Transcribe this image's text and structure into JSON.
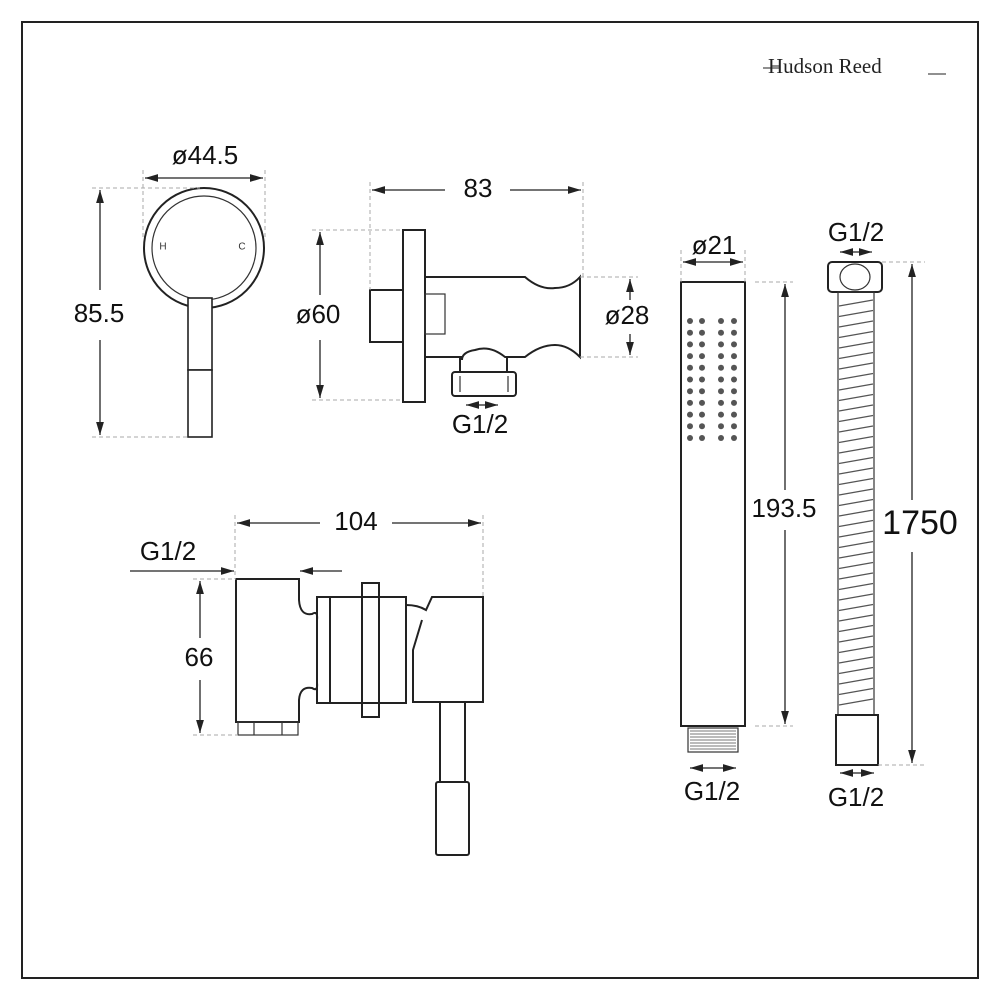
{
  "brand": {
    "logo_text": "Hudson Reed"
  },
  "handle_front_view": {
    "diameter": "ø44.5",
    "height": "85.5",
    "hot_mark": "H",
    "cold_mark": "C"
  },
  "wall_outlet_view": {
    "length": "83",
    "flange_diameter": "ø60",
    "holder_diameter": "ø28",
    "thread": "G1/2"
  },
  "valve_side_view": {
    "depth": "104",
    "thread": "G1/2",
    "height": "66"
  },
  "hand_shower_view": {
    "diameter": "ø21",
    "length": "193.5",
    "thread": "G1/2"
  },
  "hose_view": {
    "top_thread": "G1/2",
    "length": "1750",
    "bottom_thread": "G1/2"
  }
}
